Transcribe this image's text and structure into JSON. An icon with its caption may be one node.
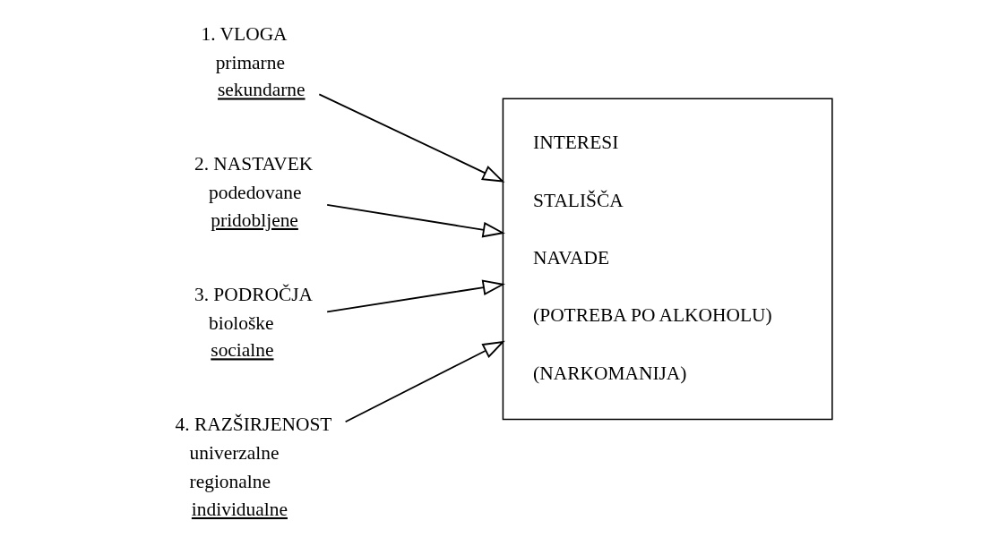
{
  "diagram": {
    "nodes": [
      {
        "text": [
          "1. VLOGA",
          "primarne",
          "sekundarne"
        ]
      },
      {
        "text": [
          "2. NASTAVEK",
          "podedovane",
          "pridobljene"
        ]
      },
      {
        "text": [
          "3. PODROČJA",
          "biološke",
          "socialne"
        ]
      },
      {
        "text": [
          "4. RAZŠIRJENOST",
          "univerzalne",
          "regionalne",
          "individualne"
        ]
      },
      {
        "text": [
          "INTERESI",
          "STALIŠČA",
          "NAVADE",
          "(POTREBA PO ALKOHOLU)",
          "(NARKOMANIJA)"
        ]
      }
    ],
    "edges": [
      {
        "from": 0,
        "to": 4,
        "arrow": "to"
      },
      {
        "from": 1,
        "to": 4,
        "arrow": "to"
      },
      {
        "from": 2,
        "to": 4,
        "arrow": "to"
      },
      {
        "from": 3,
        "to": 4,
        "arrow": "to"
      }
    ]
  }
}
